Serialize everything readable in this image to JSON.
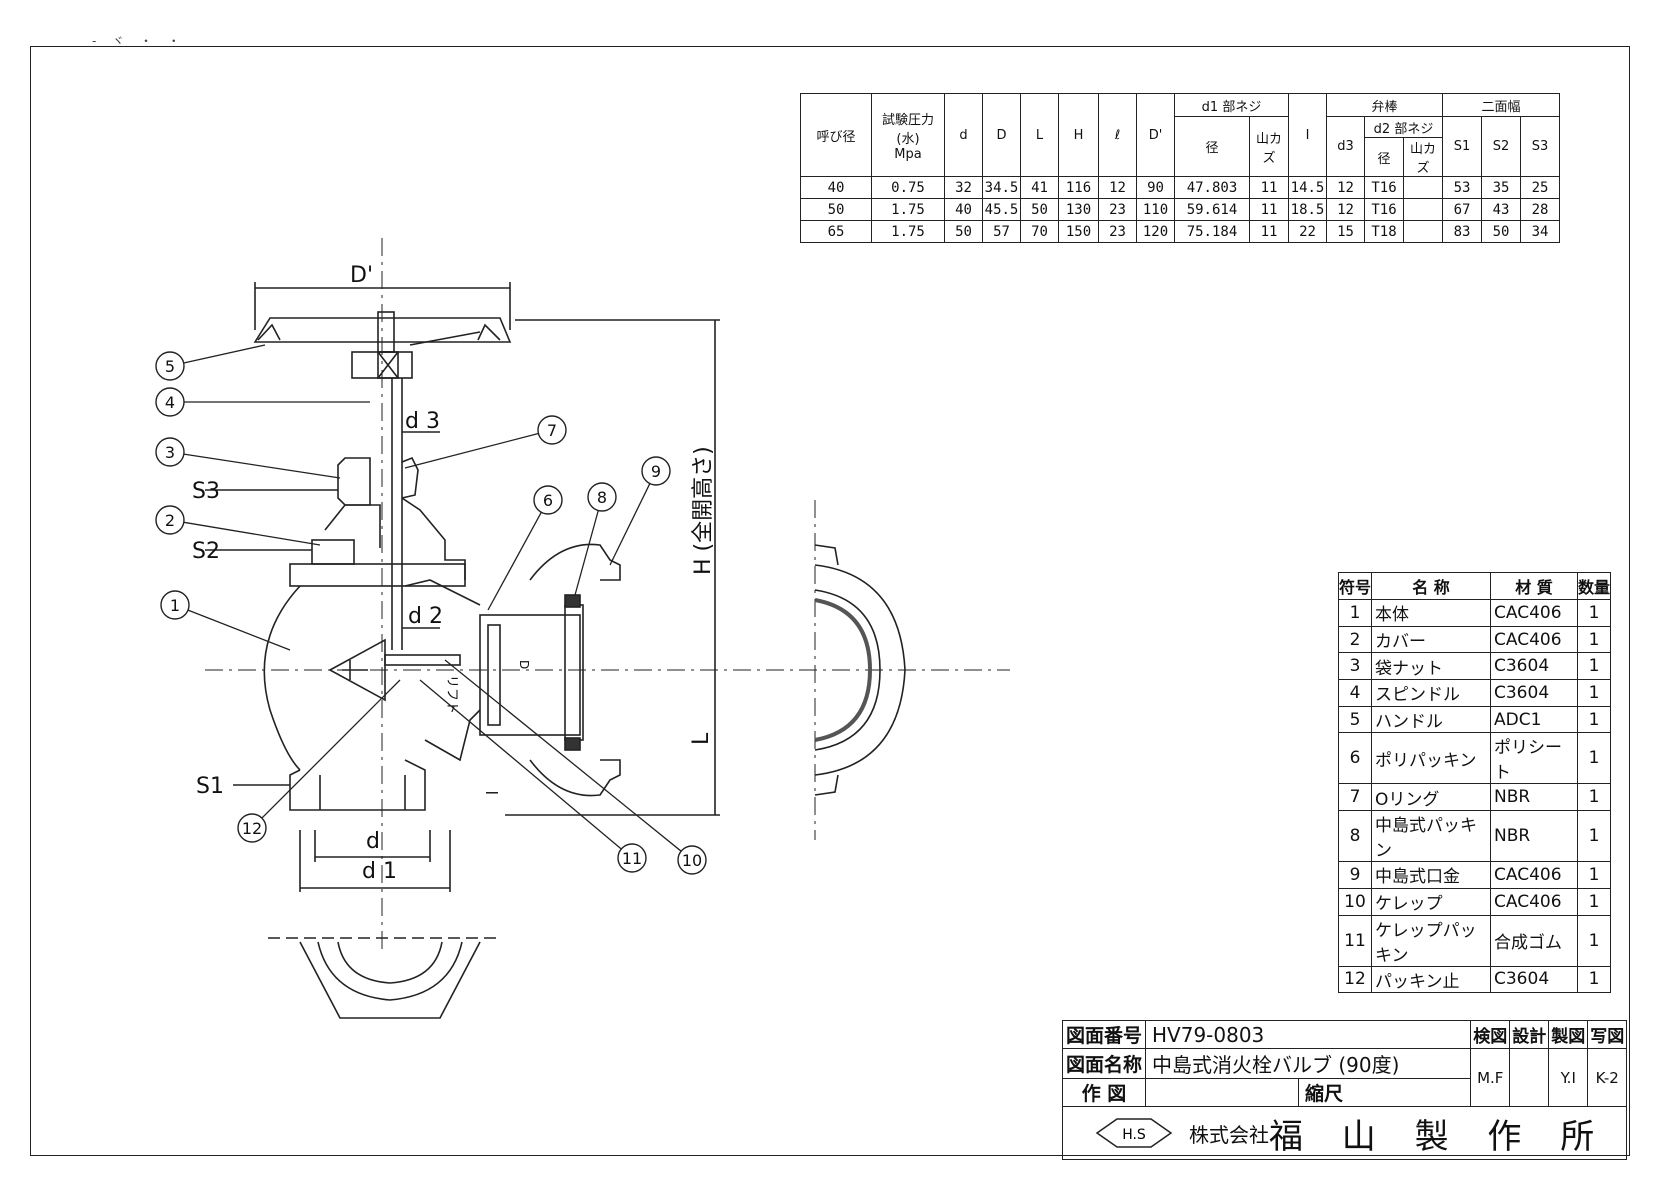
{
  "spec_table": {
    "headers": {
      "nominal": "呼び径",
      "pressure": "試験圧力",
      "pressure_sub": "(水)",
      "pressure_unit": "Mpa",
      "d": "d",
      "D": "D",
      "L": "L",
      "H": "H",
      "l": "ℓ",
      "Dp": "D'",
      "d1_group": "d1 部ネジ",
      "d1_dia": "径",
      "d1_thread": "山カズ",
      "I": "I",
      "stem_group": "弁棒",
      "d3": "d3",
      "d2_group": "d2 部ネジ",
      "d2_dia": "径",
      "d2_thread": "山カズ",
      "flats_group": "二面幅",
      "S1": "S1",
      "S2": "S2",
      "S3": "S3"
    },
    "rows": [
      [
        "40",
        "0.75",
        "32",
        "34.5",
        "41",
        "116",
        "12",
        "90",
        "47.803",
        "11",
        "14.5",
        "12",
        "T16",
        "",
        "53",
        "35",
        "25"
      ],
      [
        "50",
        "1.75",
        "40",
        "45.5",
        "50",
        "130",
        "23",
        "110",
        "59.614",
        "11",
        "18.5",
        "12",
        "T16",
        "",
        "67",
        "43",
        "28"
      ],
      [
        "65",
        "1.75",
        "50",
        "57",
        "70",
        "150",
        "23",
        "120",
        "75.184",
        "11",
        "22",
        "15",
        "T18",
        "",
        "83",
        "50",
        "34"
      ]
    ]
  },
  "parts_table": {
    "headers": {
      "no": "符号",
      "name": "名 称",
      "material": "材 質",
      "qty": "数量"
    },
    "rows": [
      [
        "1",
        "本体",
        "CAC406",
        "1"
      ],
      [
        "2",
        "カバー",
        "CAC406",
        "1"
      ],
      [
        "3",
        "袋ナット",
        "C3604",
        "1"
      ],
      [
        "4",
        "スピンドル",
        "C3604",
        "1"
      ],
      [
        "5",
        "ハンドル",
        "ADC1",
        "1"
      ],
      [
        "6",
        "ポリパッキン",
        "ポリシート",
        "1"
      ],
      [
        "7",
        "Oリング",
        "NBR",
        "1"
      ],
      [
        "8",
        "中島式パッキン",
        "NBR",
        "1"
      ],
      [
        "9",
        "中島式口金",
        "CAC406",
        "1"
      ],
      [
        "10",
        "ケレップ",
        "CAC406",
        "1"
      ],
      [
        "11",
        "ケレップパッキン",
        "合成ゴム",
        "1"
      ],
      [
        "12",
        "パッキン止",
        "C3604",
        "1"
      ]
    ]
  },
  "title_block": {
    "drawing_no_label": "図面番号",
    "drawing_no": "HV79-0803",
    "drawing_name_label": "図面名称",
    "drawing_name": "中島式消火栓バルブ (90度)",
    "drafted_label": "作 図",
    "scale_label": "縮尺",
    "check_label": "検図",
    "design_label": "設計",
    "draft_label": "製図",
    "copy_label": "写図",
    "check_value": "M.F",
    "draft_value": "Y.I",
    "copy_value": "K-2",
    "logo_text": "H.S",
    "company_prefix": "株式会社",
    "company_name": "福 山 製 作 所"
  },
  "drawing_labels": {
    "Dp": "D'",
    "d3": "d 3",
    "d2": "d 2",
    "S3": "S3",
    "S2": "S2",
    "S1": "S1",
    "d": "d",
    "d1": "d 1",
    "H": "H (全開高さ)",
    "L": "L",
    "l": "l",
    "D": "D",
    "lift": "リフト"
  },
  "balloons": [
    "1",
    "2",
    "3",
    "4",
    "5",
    "6",
    "7",
    "8",
    "9",
    "10",
    "11",
    "12"
  ],
  "corner_mark": "- ヾ ・ ・"
}
